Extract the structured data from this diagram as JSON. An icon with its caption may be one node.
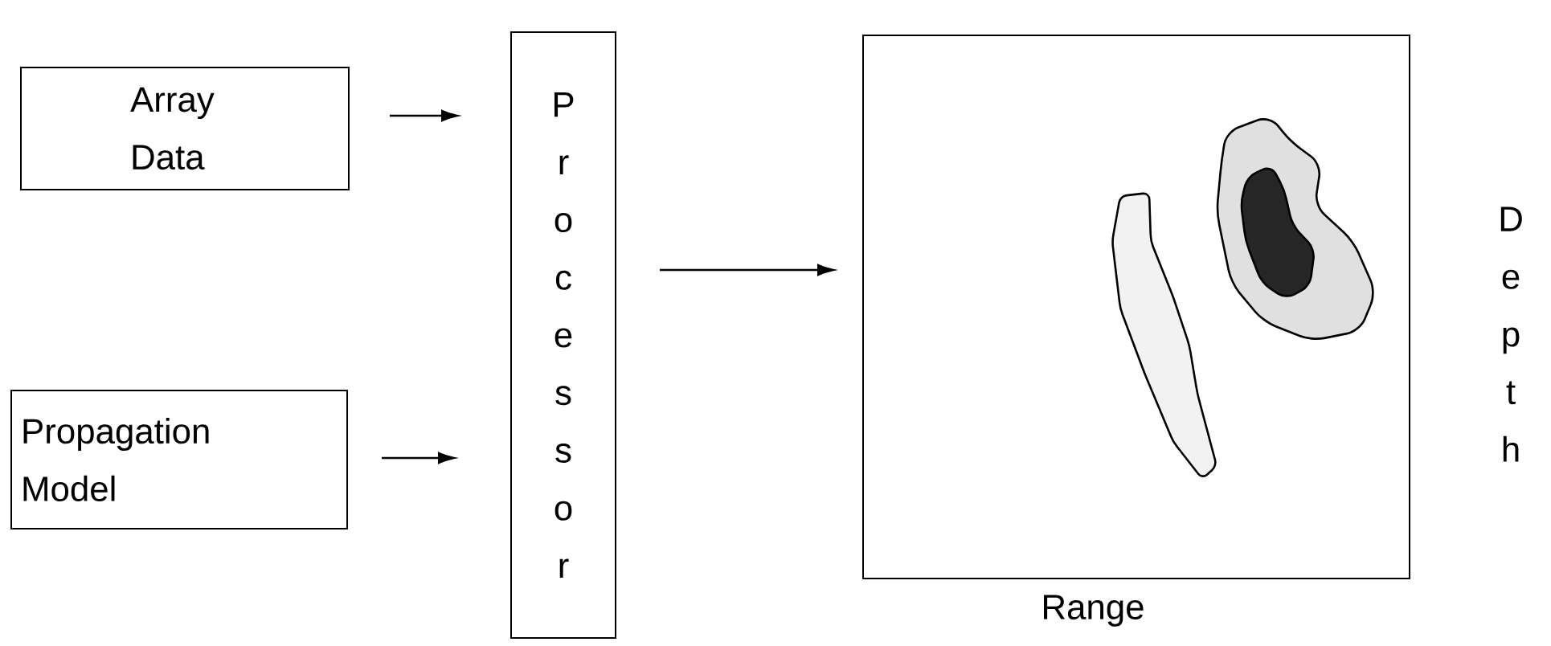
{
  "diagram": {
    "nodes": [
      {
        "text": [
          "Array Data"
        ]
      },
      {
        "text": [
          "Propagation Model"
        ]
      },
      {
        "text": [
          "Processor"
        ]
      },
      {
        "text": [],
        "shape": "box",
        "beside": [
          "Depth",
          "Range"
        ]
      }
    ],
    "edges": [
      {
        "from": 0,
        "to": 2,
        "arrow": "to"
      },
      {
        "from": 1,
        "to": 2,
        "arrow": "to"
      },
      {
        "from": 2,
        "to": 3,
        "arrow": "to"
      }
    ]
  }
}
